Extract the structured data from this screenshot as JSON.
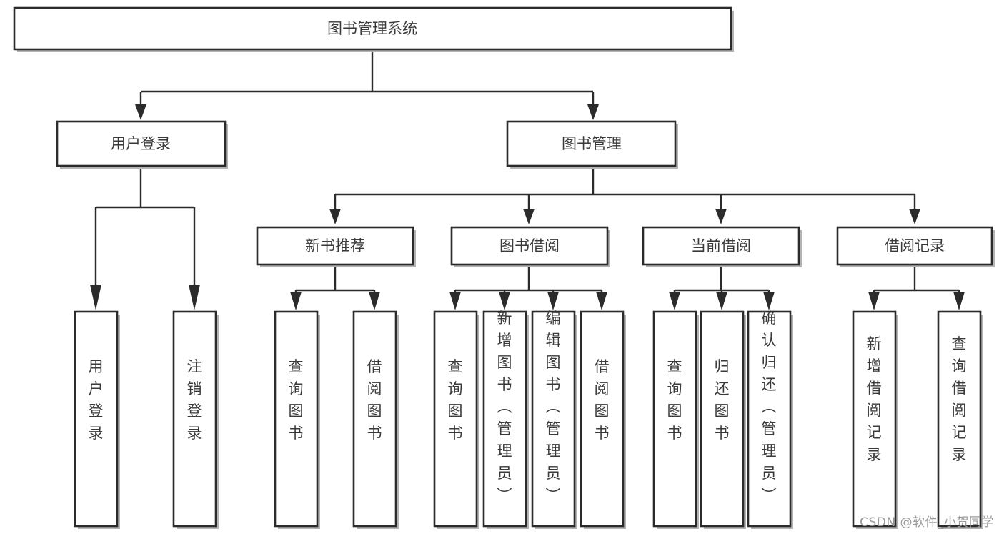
{
  "diagram": {
    "title": "图书管理系统",
    "watermark": "CSDN @软件_小贺同学",
    "levels": {
      "root": {
        "label": "图书管理系统"
      },
      "level2": [
        {
          "label": "用户登录"
        },
        {
          "label": "图书管理"
        }
      ],
      "level3": [
        {
          "label": "新书推荐"
        },
        {
          "label": "图书借阅"
        },
        {
          "label": "当前借阅"
        },
        {
          "label": "借阅记录"
        }
      ],
      "leaves": {
        "user_login": [
          {
            "label": "用户登录"
          },
          {
            "label": "注销登录"
          }
        ],
        "new_book_recommend": [
          {
            "label": "查询图书"
          },
          {
            "label": "借阅图书"
          }
        ],
        "book_borrow": [
          {
            "label": "查询图书"
          },
          {
            "label": "新增图书（管理员）"
          },
          {
            "label": "编辑图书（管理员）"
          },
          {
            "label": "借阅图书"
          }
        ],
        "current_borrow": [
          {
            "label": "查询图书"
          },
          {
            "label": "归还图书"
          },
          {
            "label": "确认归还（管理员）"
          }
        ],
        "borrow_record": [
          {
            "label": "新增借阅记录"
          },
          {
            "label": "查询借阅记录"
          }
        ]
      }
    },
    "colors": {
      "stroke": "#2b2b2b",
      "text": "#3a3a3a",
      "fill": "#ffffff",
      "shadow": "#b4b4b4",
      "watermark": "#9a9a9a"
    }
  }
}
